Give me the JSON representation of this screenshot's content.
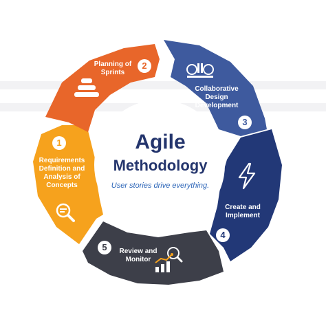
{
  "diagram": {
    "center": {
      "title_line1": "Agile",
      "title_line2": "Methodology",
      "subtitle": "User stories drive everything."
    },
    "stages": [
      {
        "number": "1",
        "label": "Requirements\nDefinition and\nAnalysis of\nConcepts",
        "color": "#f6a21d",
        "icon": "magnifier-icon"
      },
      {
        "number": "2",
        "label": "Planning of\nSprints",
        "color": "#e8662a",
        "icon": "stacked-blocks-icon"
      },
      {
        "number": "3",
        "label": "Collaborative\nDesign\nDevelopment",
        "color": "#3e5a9e",
        "icon": "collaboration-icon"
      },
      {
        "number": "4",
        "label": "Create and\nImplement",
        "color": "#223877",
        "icon": "lightning-icon"
      },
      {
        "number": "5",
        "label": "Review and\nMonitor",
        "color": "#3d3f49",
        "icon": "analytics-icon"
      }
    ]
  }
}
